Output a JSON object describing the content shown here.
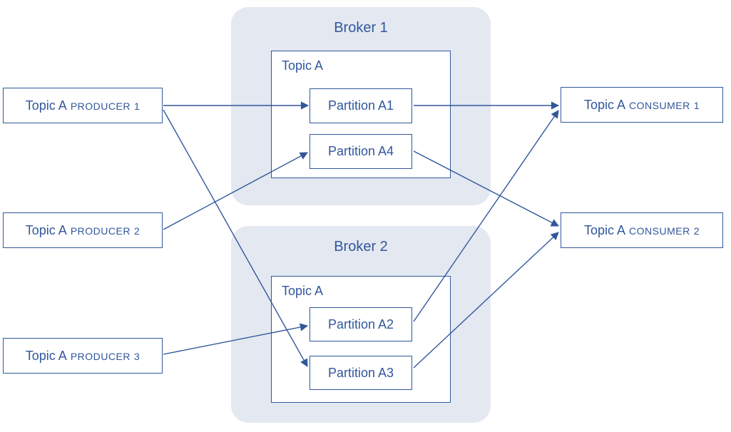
{
  "colors": {
    "accent": "#31579b",
    "broker_background": "#e4e8f1",
    "node_background": "#ffffff"
  },
  "producers": [
    {
      "topic": "Topic A",
      "role": "PRODUCER",
      "index": "1"
    },
    {
      "topic": "Topic A",
      "role": "PRODUCER",
      "index": "2"
    },
    {
      "topic": "Topic A",
      "role": "PRODUCER",
      "index": "3"
    }
  ],
  "consumers": [
    {
      "topic": "Topic A",
      "role": "CONSUMER",
      "index": "1"
    },
    {
      "topic": "Topic A",
      "role": "CONSUMER",
      "index": "2"
    }
  ],
  "brokers": [
    {
      "title": "Broker 1",
      "topic_label": "Topic A",
      "partitions": [
        "Partition A1",
        "Partition A4"
      ]
    },
    {
      "title": "Broker 2",
      "topic_label": "Topic A",
      "partitions": [
        "Partition A2",
        "Partition A3"
      ]
    }
  ],
  "edges": [
    {
      "from": "producer-1",
      "to": "partition-a1"
    },
    {
      "from": "producer-1",
      "to": "partition-a3"
    },
    {
      "from": "producer-2",
      "to": "partition-a4"
    },
    {
      "from": "producer-3",
      "to": "partition-a2"
    },
    {
      "from": "partition-a1",
      "to": "consumer-1"
    },
    {
      "from": "partition-a2",
      "to": "consumer-1"
    },
    {
      "from": "partition-a4",
      "to": "consumer-2"
    },
    {
      "from": "partition-a3",
      "to": "consumer-2"
    }
  ]
}
